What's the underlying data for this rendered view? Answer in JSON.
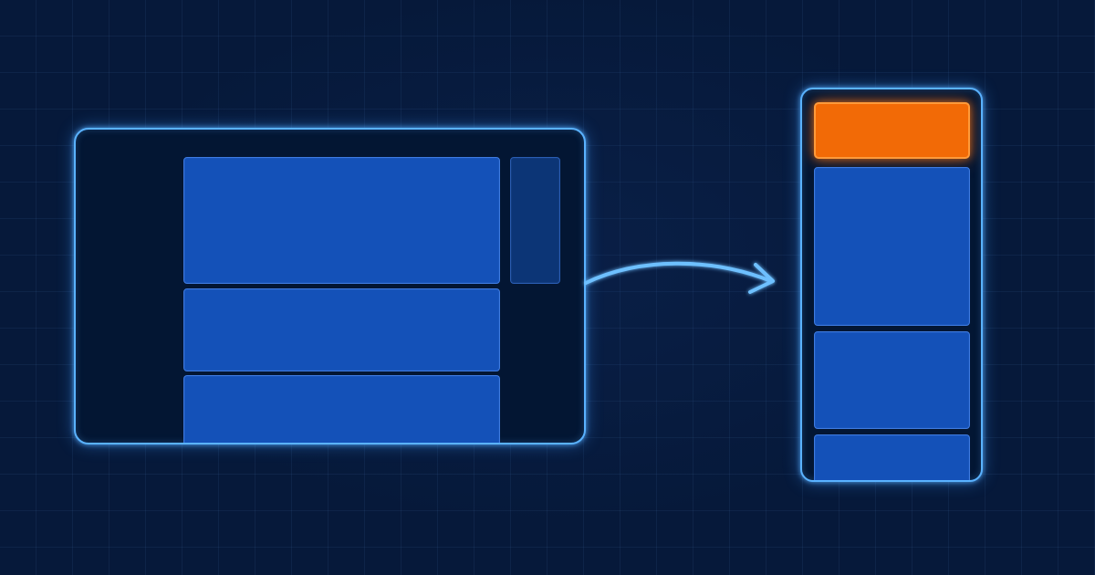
{
  "colors": {
    "background": "#06193a",
    "frame_outline": "#5ab2ff",
    "frame_fill": "#031633",
    "content_block": "#1451b8",
    "secondary_block": "#0c3576",
    "highlight_block": "#f26a06",
    "arrow": "#6ec0ff"
  },
  "desktop_layout": {
    "blocks": [
      "main",
      "sidebar",
      "content",
      "content"
    ]
  },
  "arrow": {
    "direction": "right"
  },
  "mobile_layout": {
    "blocks": [
      "highlight",
      "main",
      "content",
      "content"
    ]
  }
}
